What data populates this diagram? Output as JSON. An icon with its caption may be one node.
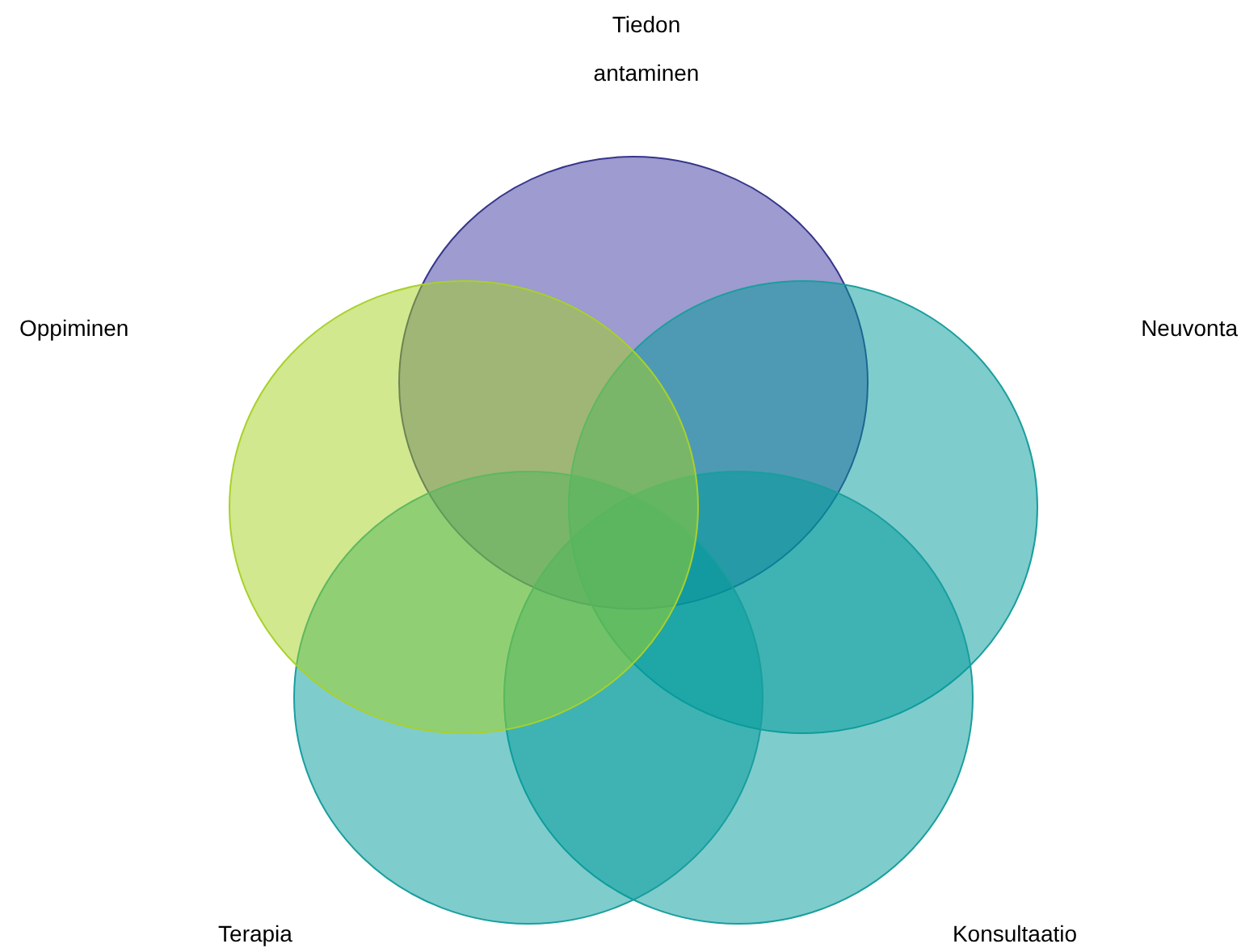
{
  "diagram": {
    "nodes": [
      {
        "text": [],
        "shape": "circle"
      },
      {
        "text": [],
        "shape": "circle"
      },
      {
        "text": [],
        "shape": "circle"
      },
      {
        "text": [],
        "shape": "circle"
      },
      {
        "text": [],
        "shape": "circle"
      }
    ],
    "labels": [
      "Tiedon antaminen",
      "Oppiminen",
      "Neuvonta",
      "Terapia",
      "Konsultaatio"
    ]
  }
}
